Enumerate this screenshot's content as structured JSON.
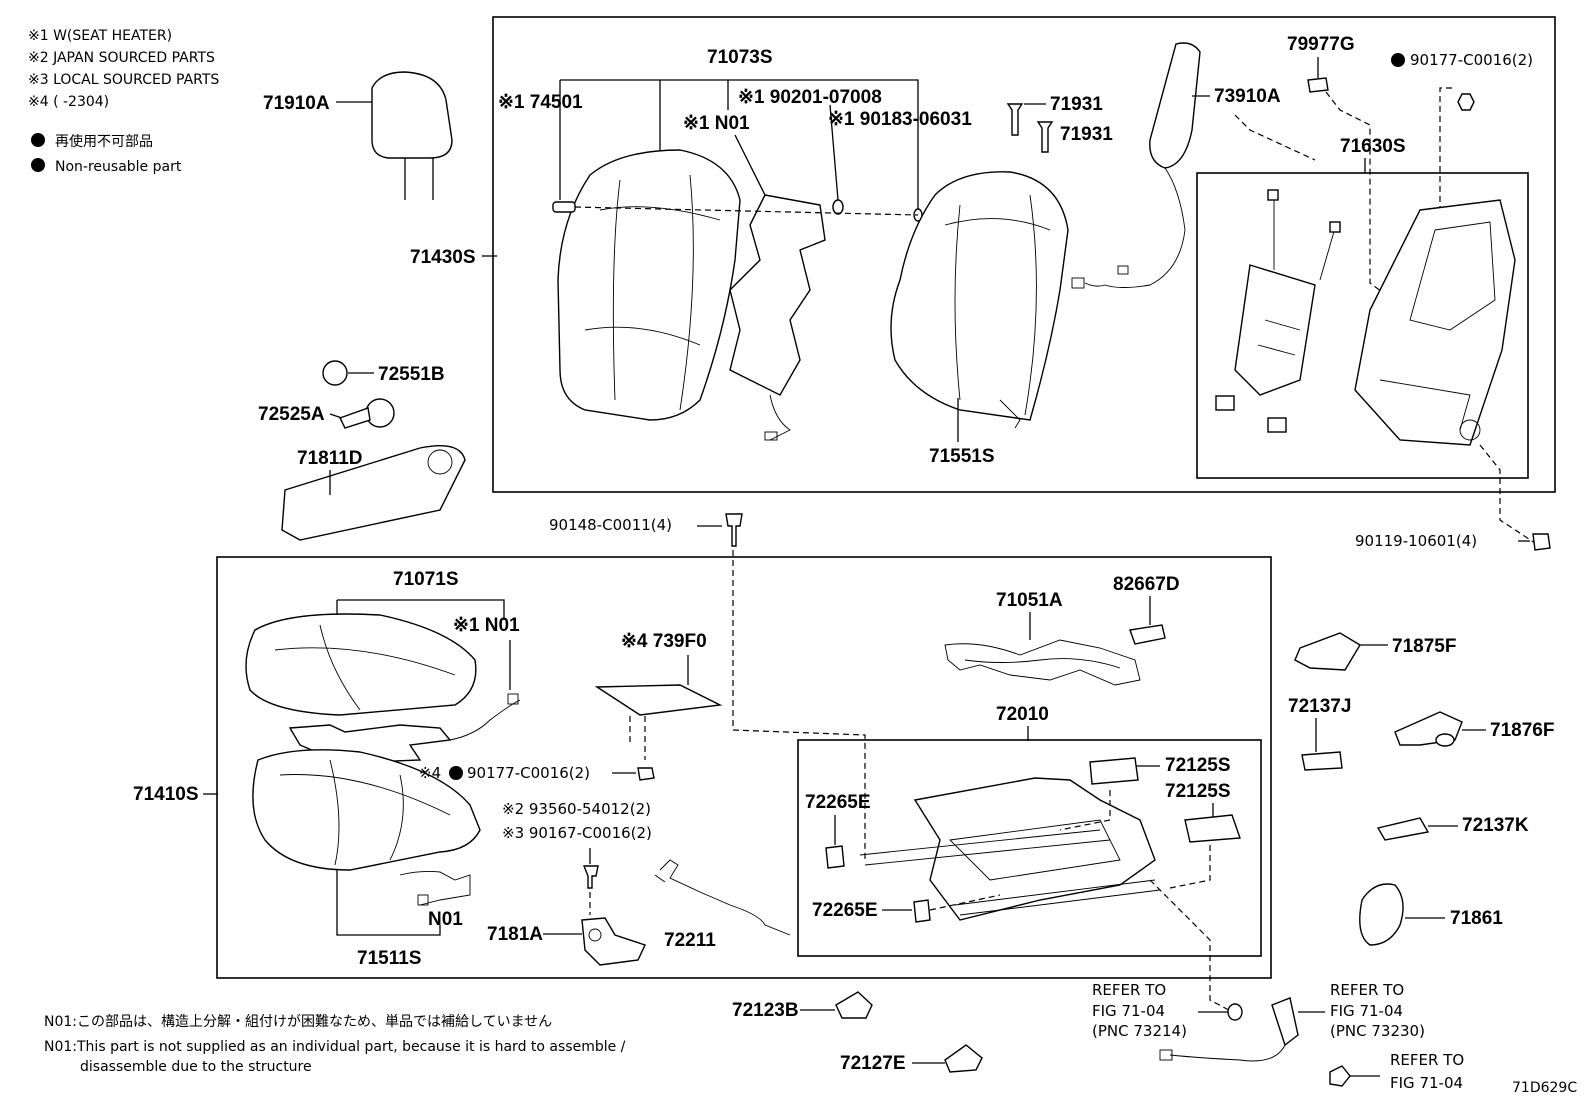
{
  "legend": {
    "notes": [
      "※1 W(SEAT HEATER)",
      "※2 JAPAN SOURCED PARTS",
      "※3 LOCAL SOURCED PARTS",
      "※4 (        -2304)"
    ],
    "nonreusable_jp": "再使用不可部品",
    "nonreusable_en": "Non-reusable part"
  },
  "labels": {
    "p71910A": "71910A",
    "p71073S": "71073S",
    "p74501": "※1 74501",
    "p190201": "※1 90201-07008",
    "pN01a": "※1 N01",
    "p190183": "※1 90183-06031",
    "p71931a": "71931",
    "p71931b": "71931",
    "p73910A": "73910A",
    "p79977G": "79977G",
    "p90177top": "90177-C0016(2)",
    "p71630S": "71630S",
    "p71430S": "71430S",
    "p72551B": "72551B",
    "p72525A": "72525A",
    "p71811D": "71811D",
    "p71551S": "71551S",
    "p90148": "90148-C0011(4)",
    "p90119": "90119-10601(4)",
    "p71071S": "71071S",
    "pN01b": "※1 N01",
    "p739F0": "※4 739F0",
    "p71051A": "71051A",
    "p82667D": "82667D",
    "p72010": "72010",
    "p90177mid": "90177-C0016(2)",
    "p90177mid_prefix": "※4",
    "p293560": "※2 93560-54012(2)",
    "p390167": "※3 90167-C0016(2)",
    "p71410S": "71410S",
    "pN01c": "N01",
    "p71511S": "71511S",
    "p7181A": "7181A",
    "p72211": "72211",
    "p72265Ea": "72265E",
    "p72265Eb": "72265E",
    "p72125Sa": "72125S",
    "p72125Sb": "72125S",
    "p71875F": "71875F",
    "p72137J": "72137J",
    "p71876F": "71876F",
    "p72137K": "72137K",
    "p71861": "71861",
    "p72123B": "72123B",
    "p72127E": "72127E"
  },
  "refers": {
    "r1": [
      "REFER TO",
      "FIG 71-04",
      "(PNC 73214)"
    ],
    "r2": [
      "REFER TO",
      "FIG 71-04",
      "(PNC 73230)"
    ],
    "r3": [
      "REFER TO",
      "FIG 71-04"
    ]
  },
  "footer": {
    "n01_jp": "N01:この部品は、構造上分解・組付けが困難なため、単品では補給していません",
    "n01_en1": "N01:This part is not supplied as an individual part, because it is hard to assemble /",
    "n01_en2": "disassemble due to the structure",
    "figure_code": "71D629C"
  }
}
